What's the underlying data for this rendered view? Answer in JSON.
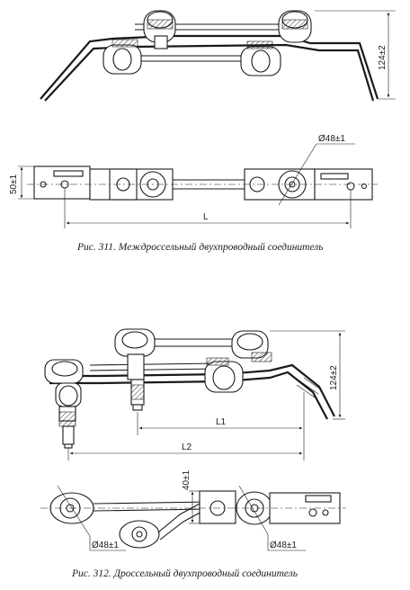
{
  "figures": [
    {
      "caption": "Рис. 311. Междроссельный двухпроводный соединитель",
      "dims": {
        "height": "124±2",
        "width": "50±1",
        "diameter": "Ø48±1",
        "length": "L"
      }
    },
    {
      "caption": "Рис. 312. Дроссельный двухпроводный соединитель",
      "dims": {
        "height": "124±2",
        "width": "40±1",
        "diameter_left": "Ø48±1",
        "diameter_right": "Ø48±1",
        "length1": "L1",
        "length2": "L2"
      }
    }
  ]
}
